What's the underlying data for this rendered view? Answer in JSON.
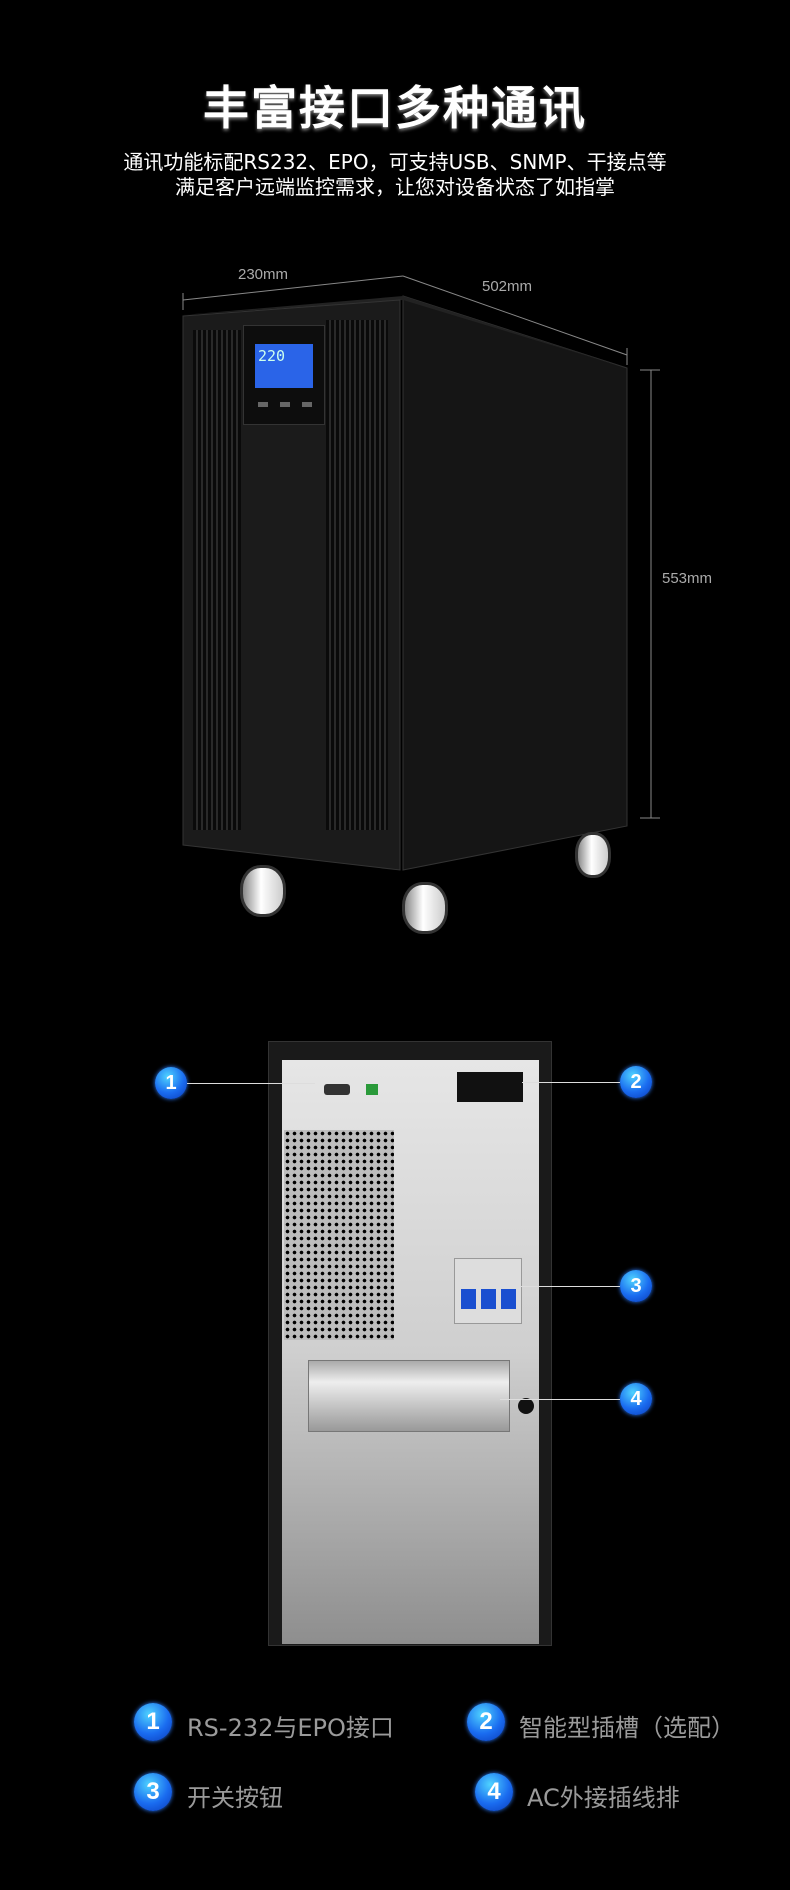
{
  "header": {
    "title": "丰富接口多种通讯",
    "subtitle_line1": "通讯功能标配RS232、EPO，可支持USB、SNMP、干接点等",
    "subtitle_line2": "满足客户远端监控需求，让您对设备状态了如指掌"
  },
  "dimensions": {
    "width": "230mm",
    "depth": "502mm",
    "height": "553mm"
  },
  "lcd": {
    "reading": "220"
  },
  "callouts": [
    {
      "num": "1"
    },
    {
      "num": "2"
    },
    {
      "num": "3"
    },
    {
      "num": "4"
    }
  ],
  "legend": [
    {
      "num": "1",
      "label": "RS-232与EPO接口"
    },
    {
      "num": "2",
      "label": "智能型插槽（选配）"
    },
    {
      "num": "3",
      "label": "开关按钮"
    },
    {
      "num": "4",
      "label": "AC外接插线排"
    }
  ],
  "colors": {
    "background": "#000000",
    "badge": "#1a6cf0",
    "legend_text": "#9a9a9a"
  }
}
